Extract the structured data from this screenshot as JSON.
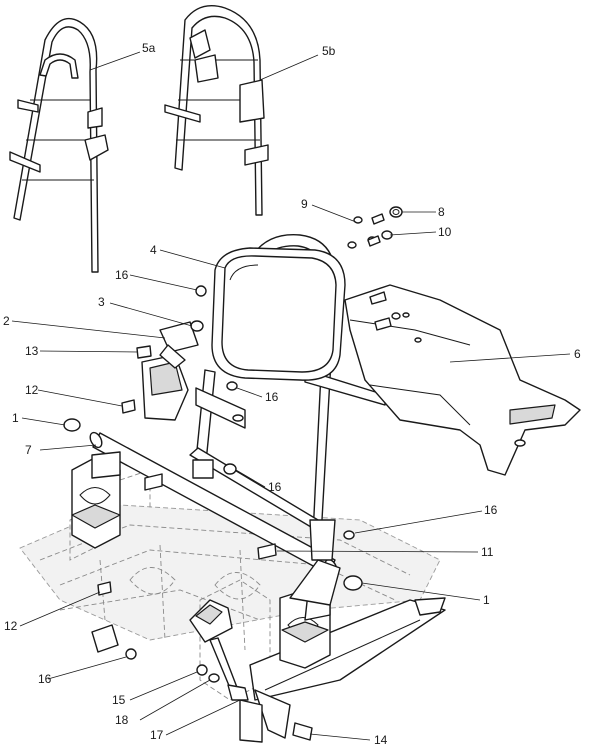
{
  "diagram": {
    "callouts": {
      "c1a": "1",
      "c1b": "1",
      "c2": "2",
      "c3": "3",
      "c4": "4",
      "c5a": "5a",
      "c5b": "5b",
      "c6": "6",
      "c7": "7",
      "c8": "8",
      "c9": "9",
      "c10": "10",
      "c11": "11",
      "c12a": "12",
      "c12b": "12",
      "c13": "13",
      "c14": "14",
      "c15": "15",
      "c16a": "16",
      "c16b": "16",
      "c16c": "16",
      "c16d": "16",
      "c16e": "16",
      "c17": "17",
      "c18": "18"
    }
  }
}
